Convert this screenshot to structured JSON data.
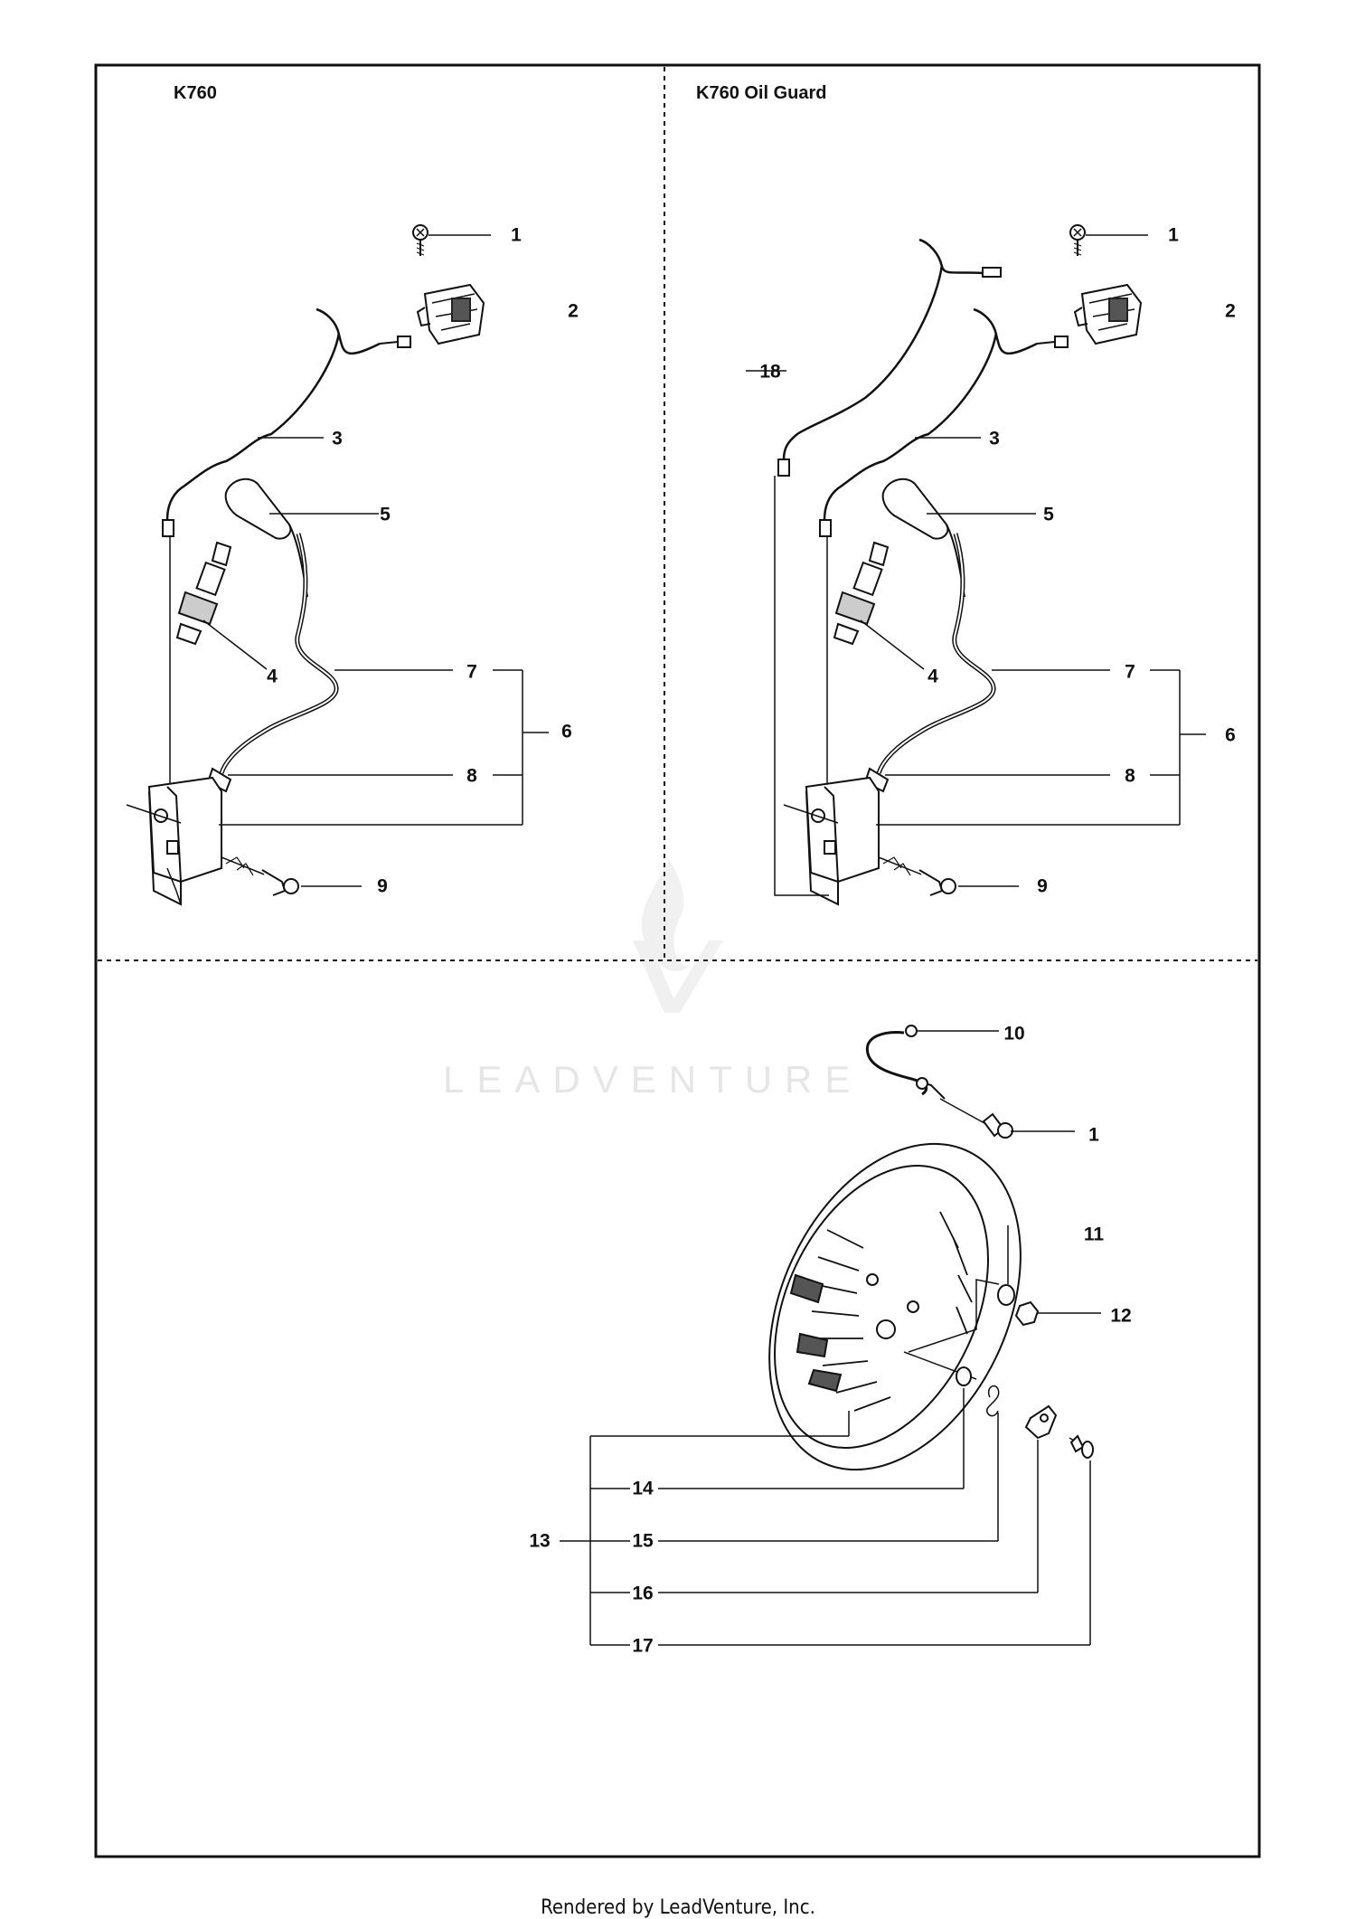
{
  "sections": {
    "k760": "K760",
    "k760_oil_guard": "K760 Oil Guard"
  },
  "callouts": {
    "left": [
      "1",
      "2",
      "3",
      "5",
      "4",
      "7",
      "6",
      "8",
      "9"
    ],
    "right": [
      "1",
      "2",
      "18",
      "3",
      "5",
      "4",
      "7",
      "6",
      "8",
      "9"
    ],
    "bottom": [
      "10",
      "1",
      "11",
      "12",
      "14",
      "13",
      "15",
      "16",
      "17"
    ]
  },
  "watermark": "LEADVENTURE",
  "footer": "Rendered by LeadVenture, Inc."
}
